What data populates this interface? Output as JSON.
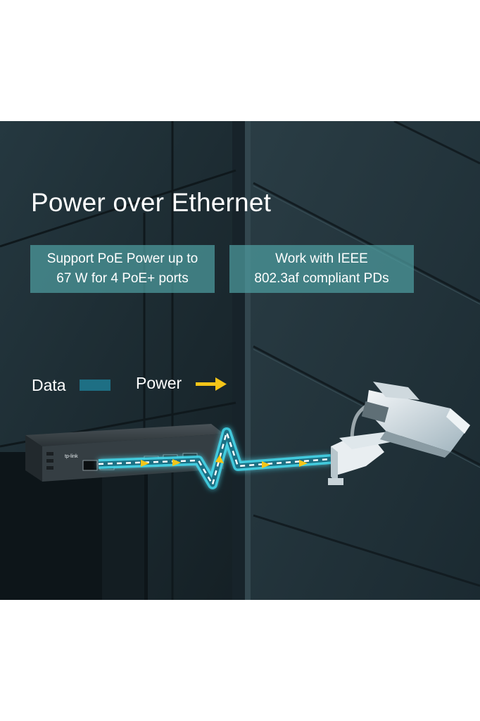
{
  "title": "Power over Ethernet",
  "features": [
    {
      "line1": "Support PoE Power up to",
      "line2": "67 W for 4 PoE+ ports"
    },
    {
      "line1": "Work with IEEE",
      "line2": "802.3af compliant PDs"
    }
  ],
  "legend": {
    "data_label": "Data",
    "power_label": "Power"
  },
  "switch_brand": "tp-link",
  "colors": {
    "building": "#1d2e35",
    "feature_box": "#4e9ca0",
    "data_line": "#1e6f84",
    "power_arrow": "#f5c518",
    "cable_glow": "#3fd6ea"
  },
  "icons": [
    "poe-switch-illustration",
    "security-camera-illustration",
    "power-arrow-icon"
  ]
}
